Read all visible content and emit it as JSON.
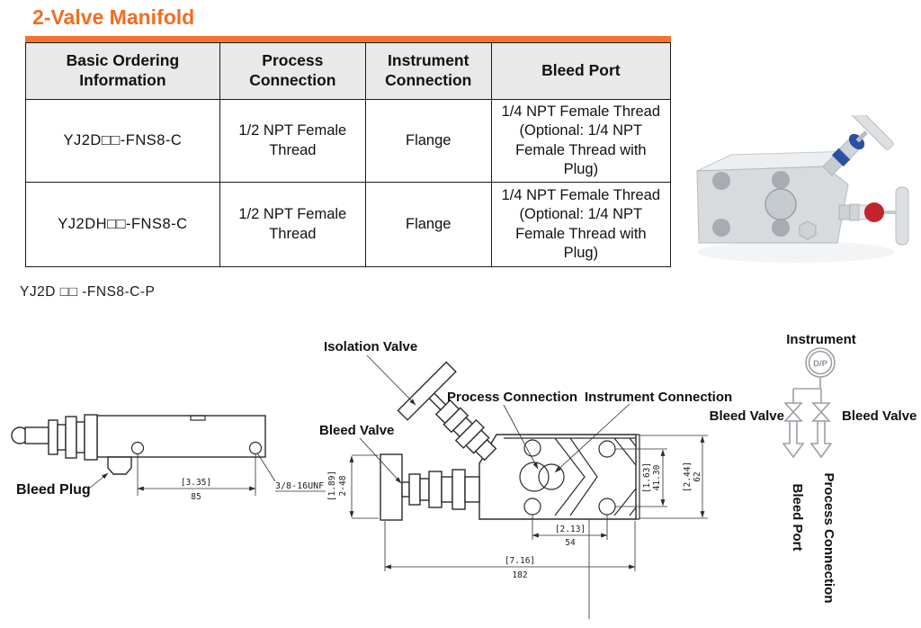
{
  "page": {
    "title": "2-Valve Manifold",
    "model_code": "YJ2D □□ -FNS8-C-P"
  },
  "colors": {
    "accent": "#f26d21",
    "bar": "#f4732e",
    "table_header_bg": "#e9e9e9",
    "drawing_line": "#2b2b2b",
    "schematic_gray": "#9aa0a5",
    "photo_blue": "#2d4fa1",
    "photo_red": "#c3242c"
  },
  "table": {
    "headers": [
      "Basic Ordering Information",
      "Process Connection",
      "Instrument Connection",
      "Bleed Port"
    ],
    "rows": [
      {
        "ordering": "YJ2D□□-FNS8-C",
        "process": "1/2 NPT Female Thread",
        "instrument": "Flange",
        "bleed_port": "1/4 NPT Female Thread (Optional: 1/4 NPT Female Thread with Plug)"
      },
      {
        "ordering": "YJ2DH□□-FNS8-C",
        "process": "1/2 NPT Female Thread",
        "instrument": "Flange",
        "bleed_port": "1/4 NPT Female Thread (Optional: 1/4 NPT Female Thread with Plug)"
      }
    ]
  },
  "side_view": {
    "bleed_plug_label": "Bleed Plug",
    "thread_label": "3/8-16UNF",
    "dim_hole_span_in": "[3.35]",
    "dim_hole_span_mm": "85"
  },
  "front_view": {
    "isolation_valve_label": "Isolation Valve",
    "bleed_valve_label": "Bleed Valve",
    "process_connection_label": "Process Connection",
    "instrument_connection_label": "Instrument Connection",
    "dim_height_in": "[1.89]",
    "dim_height_mm": "2-48",
    "dim_bolt_span_in": "[1.63]",
    "dim_bolt_span_mm": "41.30",
    "dim_body_height_in": "[2.44]",
    "dim_body_height_mm": "62",
    "dim_hole_span_in": "[2.13]",
    "dim_hole_span_mm": "54",
    "dim_total_in": "[7.16]",
    "dim_total_mm": "182"
  },
  "schematic": {
    "instrument_label": "Instrument",
    "dp_label": "D/P",
    "bleed_valve_left_label": "Bleed Valve",
    "bleed_valve_right_label": "Bleed Valve",
    "bleed_port_label": "Bleed Port",
    "process_connection_label": "Process Connection"
  }
}
